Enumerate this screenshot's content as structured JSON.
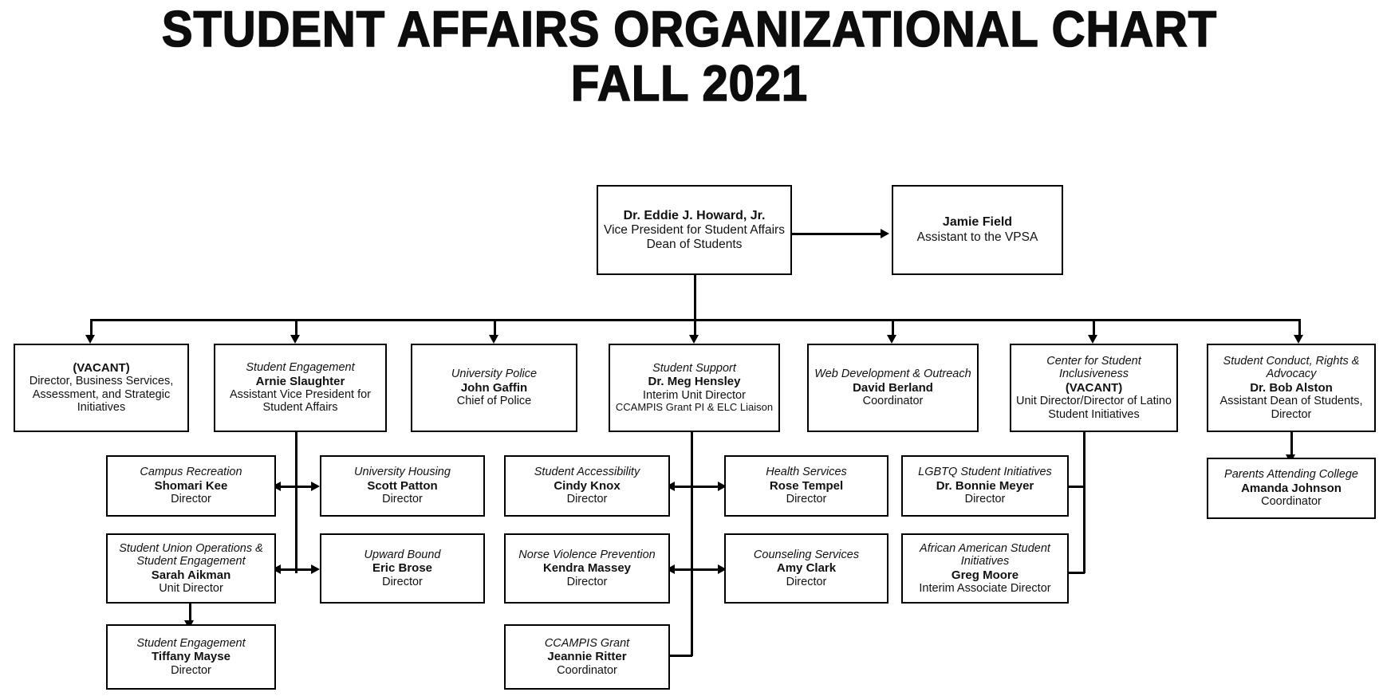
{
  "title": {
    "line1": "STUDENT AFFAIRS ORGANIZATIONAL CHART",
    "line2": "FALL 2021"
  },
  "nodes": {
    "vp": {
      "unit": "",
      "person": "Dr. Eddie J. Howard, Jr.",
      "role1": "Vice President for Student Affairs",
      "role2": "Dean of Students"
    },
    "assistant_vpsa": {
      "person": "Jamie Field",
      "role1": "Assistant to the VPSA"
    },
    "business_services": {
      "person": "(VACANT)",
      "role1": "Director, Business Services,",
      "role2": "Assessment, and Strategic",
      "role3": "Initiatives"
    },
    "student_engagement_div": {
      "unit": "Student Engagement",
      "person": "Arnie Slaughter",
      "role1": "Assistant Vice President for",
      "role2": "Student Affairs"
    },
    "university_police": {
      "unit": "University Police",
      "person": "John Gaffin",
      "role1": "Chief of Police"
    },
    "student_support": {
      "unit": "Student Support",
      "person": "Dr. Meg Hensley",
      "role1": "Interim Unit Director",
      "role2": "CCAMPIS Grant PI & ELC Liaison"
    },
    "web_development": {
      "unit": "Web Development & Outreach",
      "person": "David Berland",
      "role1": "Coordinator"
    },
    "center_inclusiveness": {
      "unit1": "Center for Student",
      "unit2": "Inclusiveness",
      "person": "(VACANT)",
      "role1": "Unit Director/Director of Latino",
      "role2": "Student Initiatives"
    },
    "student_conduct": {
      "unit1": "Student Conduct, Rights &",
      "unit2": "Advocacy",
      "person": "Dr. Bob Alston",
      "role1": "Assistant Dean of Students,",
      "role2": "Director"
    },
    "campus_recreation": {
      "unit": "Campus Recreation",
      "person": "Shomari Kee",
      "role1": "Director"
    },
    "university_housing": {
      "unit": "University Housing",
      "person": "Scott Patton",
      "role1": "Director"
    },
    "student_accessibility": {
      "unit": "Student Accessibility",
      "person": "Cindy Knox",
      "role1": "Director"
    },
    "health_services": {
      "unit": "Health Services",
      "person": "Rose Tempel",
      "role1": "Director"
    },
    "lgbtq_initiatives": {
      "unit": "LGBTQ Student Initiatives",
      "person": "Dr. Bonnie Meyer",
      "role1": "Director"
    },
    "parents_attending_college": {
      "unit": "Parents Attending College",
      "person": "Amanda Johnson",
      "role1": "Coordinator"
    },
    "student_union_ops": {
      "unit1": "Student Union Operations &",
      "unit2": "Student Engagement",
      "person": "Sarah Aikman",
      "role1": "Unit Director"
    },
    "upward_bound": {
      "unit": "Upward Bound",
      "person": "Eric Brose",
      "role1": "Director"
    },
    "norse_violence_prevention": {
      "unit": "Norse Violence Prevention",
      "person": "Kendra Massey",
      "role1": "Director"
    },
    "counseling_services": {
      "unit": "Counseling Services",
      "person": "Amy Clark",
      "role1": "Director"
    },
    "african_american_initiatives": {
      "unit1": "African American Student",
      "unit2": "Initiatives",
      "person": "Greg Moore",
      "role1": "Interim Associate Director"
    },
    "student_engagement_sub": {
      "unit": "Student Engagement",
      "person": "Tiffany Mayse",
      "role1": "Director"
    },
    "ccampis_grant": {
      "unit": "CCAMPIS Grant",
      "person": "Jeannie Ritter",
      "role1": "Coordinator"
    }
  },
  "colors": {
    "line": "#000000",
    "background": "#ffffff",
    "text": "#111111"
  }
}
